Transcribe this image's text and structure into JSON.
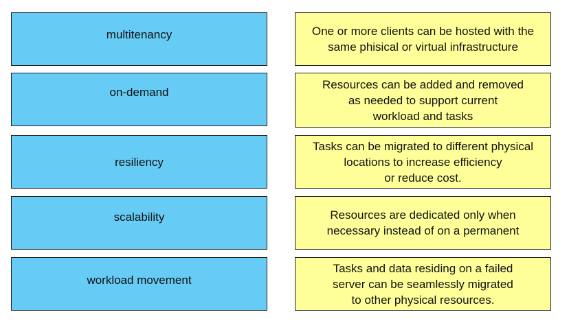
{
  "terms": [
    {
      "label": "multitenancy"
    },
    {
      "label": "on-demand"
    },
    {
      "label": "resiliency"
    },
    {
      "label": "scalability"
    },
    {
      "label": "workload movement"
    }
  ],
  "definitions": [
    {
      "text": "One or more clients can be hosted with the\nsame phisical or virtual infrastructure"
    },
    {
      "text": "Resources can be added and removed\nas needed to support current\nworkload and tasks"
    },
    {
      "text": "Tasks can be migrated to different physical\nlocations to increase efficiency\nor reduce cost."
    },
    {
      "text": "Resources  are dedicated only when\nnecessary instead of on a permanent"
    },
    {
      "text": "Tasks and data residing on a failed\nserver can be seamlessly migrated\nto other physical resources."
    }
  ],
  "colors": {
    "term_background": "#66ccf5",
    "definition_background": "#ffff99",
    "border": "#1f1f1f"
  }
}
